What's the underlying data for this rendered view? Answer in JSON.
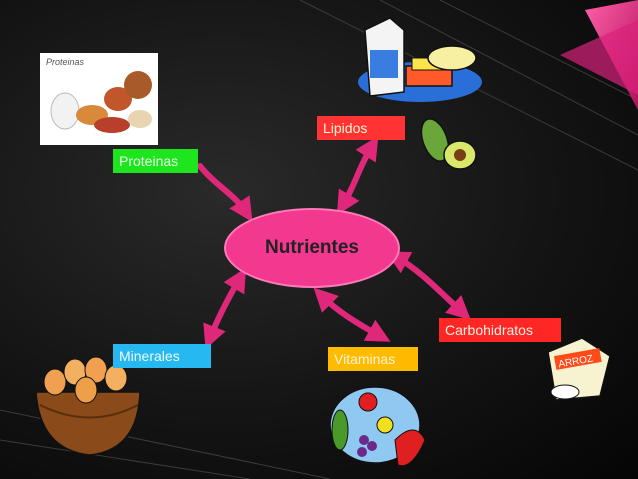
{
  "diagram": {
    "center": {
      "label": "Nutrientes",
      "color": "#f2398f"
    },
    "nodes": [
      {
        "id": "lipidos",
        "label": "Lipidos",
        "color": "#ff3333"
      },
      {
        "id": "proteinas",
        "label": "Proteinas",
        "color": "#1ee61e"
      },
      {
        "id": "carbohidratos",
        "label": "Carbohidratos",
        "color": "#ff2626"
      },
      {
        "id": "minerales",
        "label": "Minerales",
        "color": "#26b8f0"
      },
      {
        "id": "vitaminas",
        "label": "Vitaminas",
        "color": "#ffbb00"
      }
    ],
    "arrow_color": "#e0287a"
  },
  "illustrations": {
    "proteinas_photo_caption": "Proteinas",
    "carbohidratos_bag_text": "ARROZ",
    "icons": [
      "milk-butter-icon",
      "avocado-icon",
      "protein-food-photo",
      "rice-bag-icon",
      "egg-basket-icon",
      "fruit-bowl-icon"
    ]
  }
}
